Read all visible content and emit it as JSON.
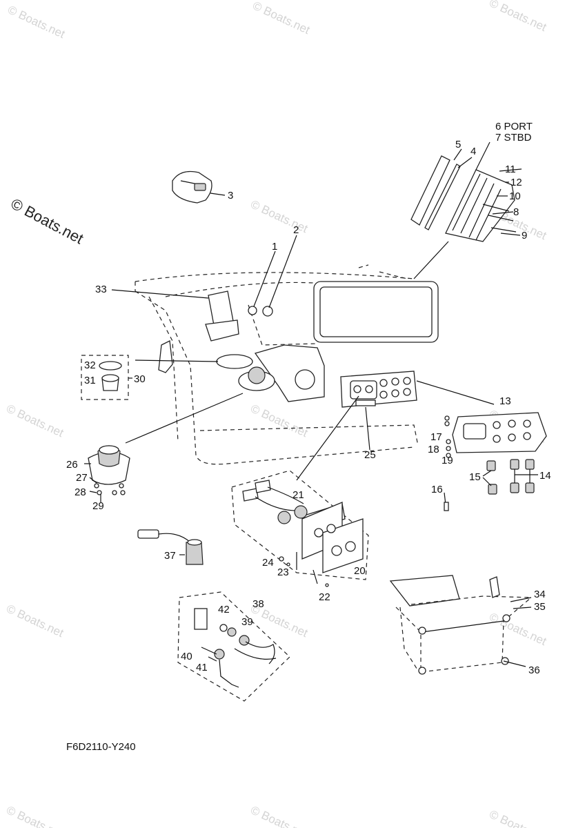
{
  "diagram": {
    "code": "F6D2110-Y240",
    "watermark_main": "© Boats.net",
    "watermark": "© Boats.net",
    "callouts": {
      "c1": "1",
      "c2": "2",
      "c3": "3",
      "c4": "4",
      "c5": "5",
      "c6": "6 PORT",
      "c7": "7 STBD",
      "c8": "8",
      "c9": "9",
      "c10": "10",
      "c11": "11",
      "c12": "12",
      "c13": "13",
      "c14": "14",
      "c15": "15",
      "c16": "16",
      "c17": "17",
      "c18": "18",
      "c19": "19",
      "c20": "20",
      "c21": "21",
      "c22": "22",
      "c23": "23",
      "c24": "24",
      "c25": "25",
      "c26": "26",
      "c27": "27",
      "c28": "28",
      "c29": "29",
      "c30": "30",
      "c31": "31",
      "c32": "32",
      "c33": "33",
      "c34": "34",
      "c35": "35",
      "c36": "36",
      "c37": "37",
      "c38": "38",
      "c39": "39",
      "c40": "40",
      "c41": "41",
      "c42": "42"
    }
  }
}
